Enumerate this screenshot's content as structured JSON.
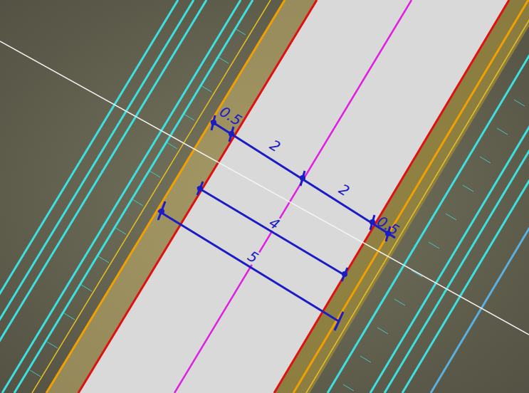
{
  "diagram": {
    "labels": [
      "0.5",
      "2",
      "2",
      "0.5",
      "4",
      "5"
    ]
  }
}
